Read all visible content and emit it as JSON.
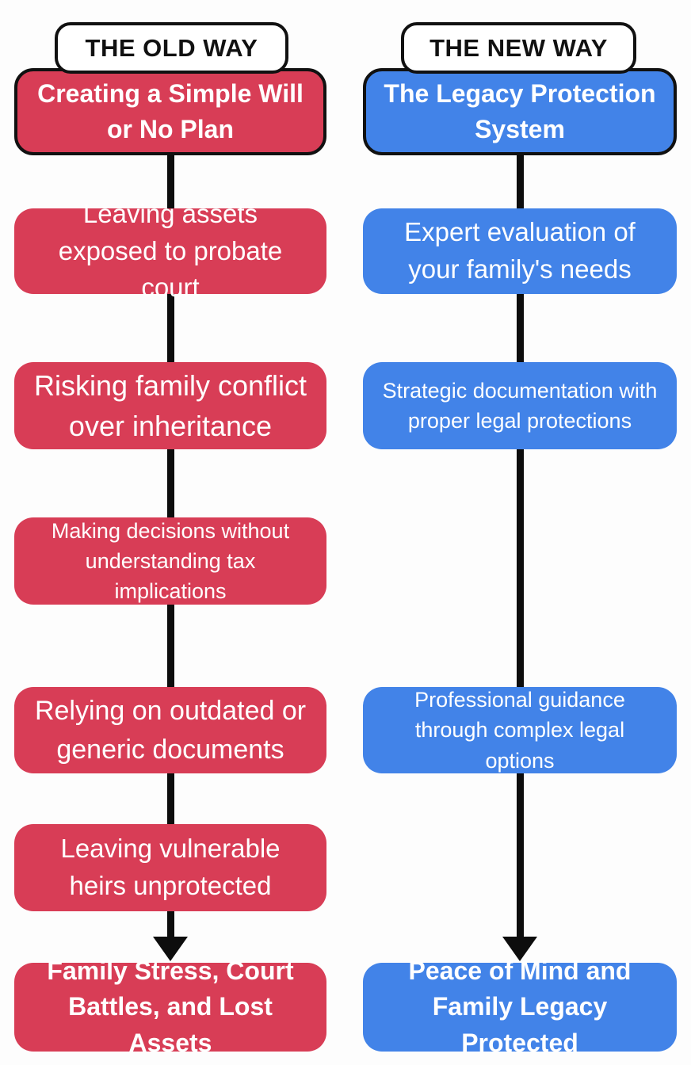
{
  "background_color": "#fdfdfd",
  "line_color": "#0d0d0d",
  "columns": [
    {
      "id": "old-way",
      "header": "THE OLD WAY",
      "accent_color": "#d83d56",
      "top_box": "Creating a Simple Will or No Plan",
      "steps": [
        "Leaving assets exposed to probate court",
        "Risking family conflict over inheritance",
        "Making decisions without understanding tax implications",
        "Relying on outdated or generic documents",
        "Leaving vulnerable heirs unprotected"
      ],
      "final_box": "Family Stress, Court Battles, and Lost Assets"
    },
    {
      "id": "new-way",
      "header": "THE NEW WAY",
      "accent_color": "#4283e8",
      "top_box": "The Legacy Protection System",
      "steps": [
        "Expert evaluation of your family's needs",
        "Strategic documentation with proper legal protections",
        "Professional guidance through complex legal options"
      ],
      "final_box": "Peace of Mind and Family Legacy Protected"
    }
  ]
}
